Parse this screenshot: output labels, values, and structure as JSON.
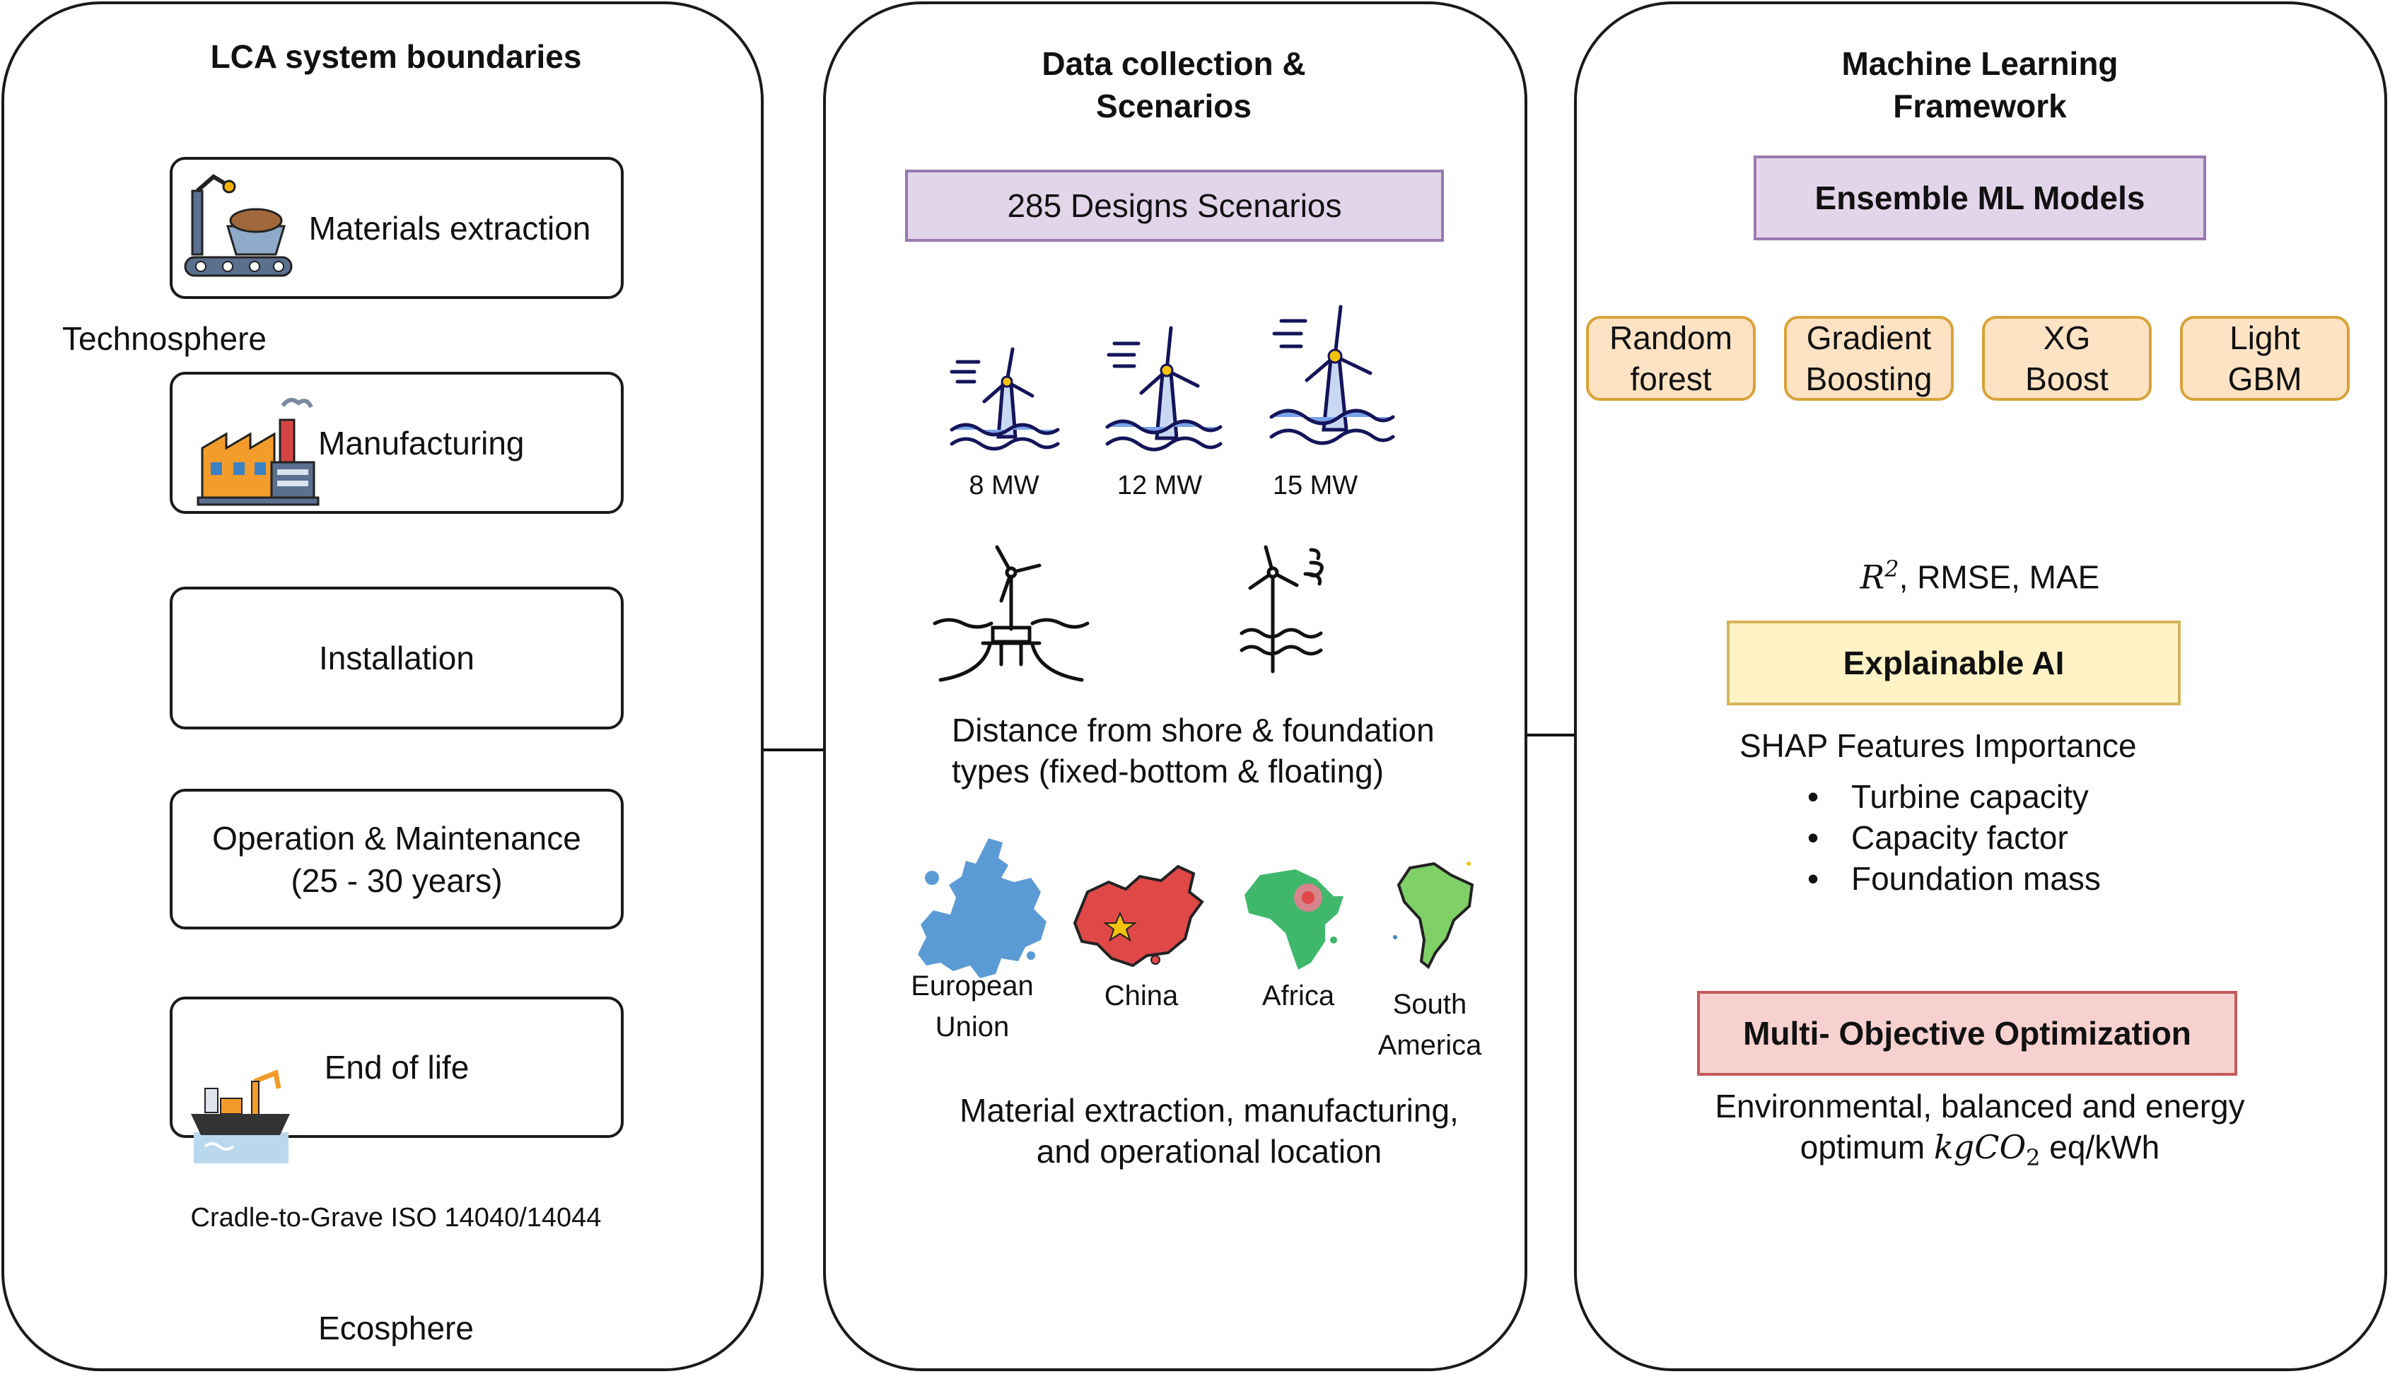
{
  "lca": {
    "title": "LCA system boundaries",
    "technosphere": "Technosphere",
    "stages": {
      "materials": "Materials extraction",
      "manufacturing": "Manufacturing",
      "installation": "Installation",
      "operation_line1": "Operation & Maintenance",
      "operation_line2": "(25 - 30 years)",
      "end_of_life": "End of life"
    },
    "cradle": "Cradle-to-Grave ISO 14040/14044",
    "ecosphere": "Ecosphere"
  },
  "data": {
    "title_line1": "Data collection &",
    "title_line2": "Scenarios",
    "designs": "285 Designs Scenarios",
    "turbines": [
      "8 MW",
      "12 MW",
      "15 MW"
    ],
    "distance_line1": "Distance from shore & foundation",
    "distance_line2": "types (fixed-bottom & floating)",
    "regions": {
      "eu_line1": "European",
      "eu_line2": "Union",
      "china": "China",
      "africa": "Africa",
      "sa_line1": "South",
      "sa_line2": "America"
    },
    "location_line1": "Material extraction, manufacturing,",
    "location_line2": "and operational location"
  },
  "ml": {
    "title_line1": "Machine Learning",
    "title_line2": "Framework",
    "ensemble": "Ensemble ML Models",
    "models": [
      {
        "line1": "Random",
        "line2": "forest"
      },
      {
        "line1": "Gradient",
        "line2": "Boosting"
      },
      {
        "line1": "XG",
        "line2": "Boost"
      },
      {
        "line1": "Light",
        "line2": "GBM"
      }
    ],
    "metrics_r": "R",
    "metrics_sup": "2",
    "metrics_rest": ", RMSE, MAE",
    "xai": "Explainable AI",
    "shap": "SHAP Features Importance",
    "features": [
      "Turbine capacity",
      "Capacity factor",
      "Foundation mass"
    ],
    "moo": "Multi- Objective Optimization",
    "moo_line1": "Environmental, balanced and energy",
    "moo_line2_pre": "optimum ",
    "moo_math_kg": "kgCO",
    "moo_math_sub": "2",
    "moo_line2_post": " eq/kWh"
  },
  "colors": {
    "purple_fill": "#e2d5ea",
    "orange_fill": "#fde2c3",
    "yellow_fill": "#fff3c6",
    "red_fill": "#f7d0d0"
  }
}
